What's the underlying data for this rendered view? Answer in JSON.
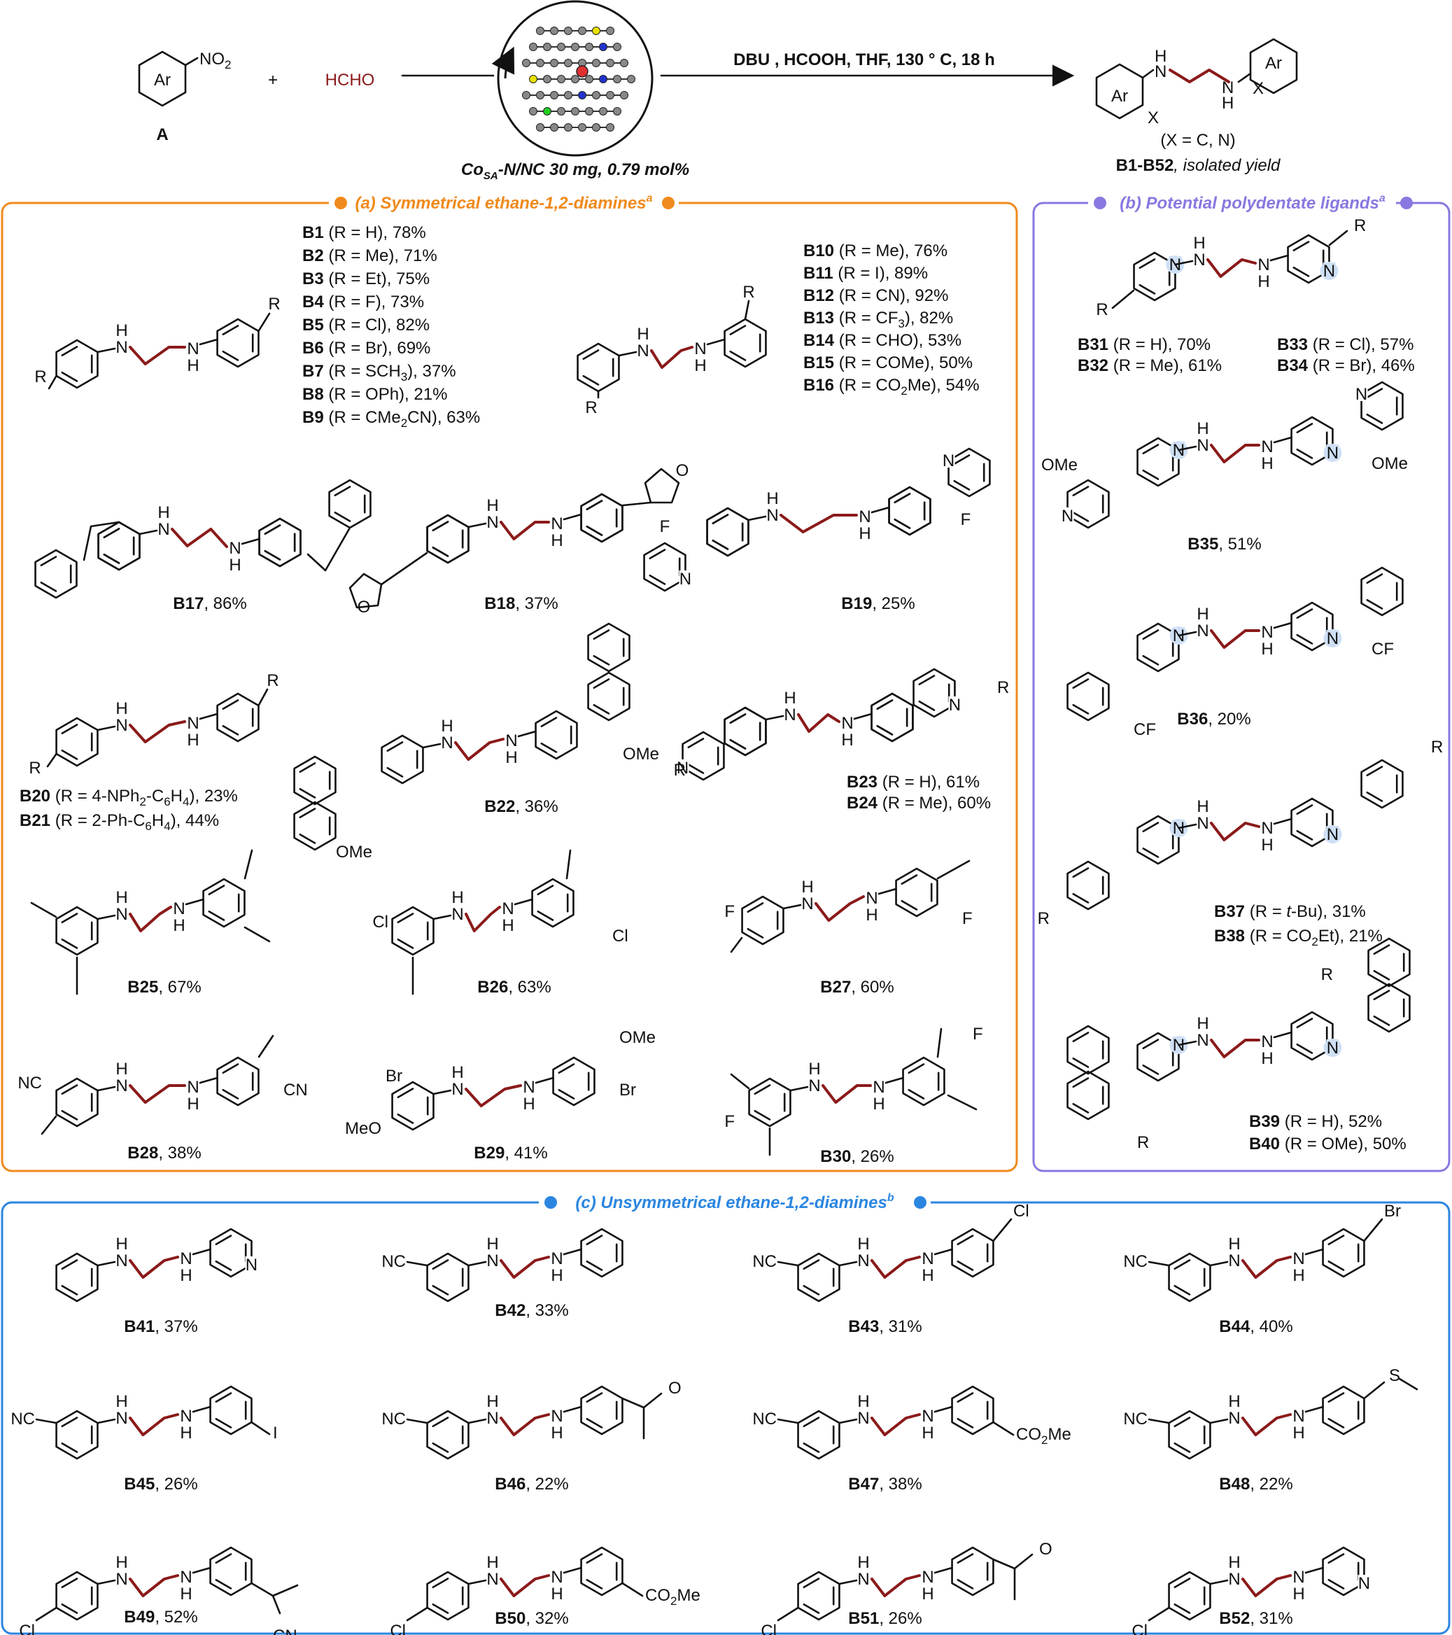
{
  "reaction": {
    "reactant_A_label": "A",
    "ar": "Ar",
    "no2": "NO",
    "no2_sub": "2",
    "plus": "+",
    "hcho": "HCHO",
    "conditions": "DBU , HCOOH, THF, 130 ° C, 18 h",
    "catalyst_prefix": "Co",
    "catalyst_sub": "SA",
    "catalyst_rest": "-N/NC 30 mg, 0.79 mol%",
    "product_h": "H",
    "product_x": "X",
    "product_note": "(X = C, N)",
    "product_range": "B1-B52",
    "product_yield": ", isolated yield"
  },
  "colors": {
    "orange": "#f08a1c",
    "purple": "#8878e0",
    "blue": "#2b86e0",
    "chain": "#8b1a1a",
    "hcho": "#8b1a1a"
  },
  "section_a": {
    "title": "(a) Symmetrical ethane-1,2-diamines",
    "sup": "a",
    "list1": [
      [
        "B1",
        " (R = H), 78%"
      ],
      [
        "B2",
        " (R = Me), 71%"
      ],
      [
        "B3",
        " (R = Et), 75%"
      ],
      [
        "B4",
        " (R = F), 73%"
      ],
      [
        "B5",
        " (R = Cl), 82%"
      ],
      [
        "B6",
        " (R = Br), 69%"
      ],
      [
        "B7",
        " (R = SCH",
        "3",
        "), 37%"
      ],
      [
        "B8",
        " (R = OPh), 21%"
      ],
      [
        "B9",
        " (R = CMe",
        "2",
        "CN), 63%"
      ]
    ],
    "list2": [
      [
        "B10",
        " (R = Me), 76%"
      ],
      [
        "B11",
        " (R = I), 89%"
      ],
      [
        "B12",
        " (R = CN), 92%"
      ],
      [
        "B13",
        " (R = CF",
        "3",
        "), 82%"
      ],
      [
        "B14",
        " (R = CHO), 53%"
      ],
      [
        "B15",
        " (R = COMe), 50%"
      ],
      [
        "B16",
        " (R = CO",
        "2",
        "Me), 54%"
      ]
    ],
    "b17": [
      "B17",
      ", 86%"
    ],
    "b18": [
      "B18",
      ", 37%"
    ],
    "b19": [
      "B19",
      ", 25%"
    ],
    "b20": [
      "B20",
      " (R = 4-NPh",
      "2",
      "-C",
      "6",
      "H",
      "4",
      "), 23%"
    ],
    "b21": [
      "B21",
      " (R = 2-Ph-C",
      "6",
      "H",
      "4",
      "), 44%"
    ],
    "b22": [
      "B22",
      ", 36%"
    ],
    "b23": [
      "B23",
      " (R = H), 61%"
    ],
    "b24": [
      "B24",
      " (R = Me), 60%"
    ],
    "b25": [
      "B25",
      ", 67%"
    ],
    "b26": [
      "B26",
      ", 63%"
    ],
    "b27": [
      "B27",
      ", 60%"
    ],
    "b28": [
      "B28",
      ", 38%"
    ],
    "b29": [
      "B29",
      ", 41%"
    ],
    "b30": [
      "B30",
      ", 26%"
    ]
  },
  "section_b": {
    "title": "(b) Potential polydentate ligands",
    "sup": "a",
    "b31": [
      "B31",
      " (R = H), 70%"
    ],
    "b32": [
      "B32",
      " (R = Me), 61%"
    ],
    "b33": [
      "B33",
      " (R = Cl), 57%"
    ],
    "b34": [
      "B34",
      " (R = Br), 46%"
    ],
    "b35": [
      "B35",
      ", 51%"
    ],
    "b36": [
      "B36",
      ", 20%"
    ],
    "b37": [
      "B37",
      " (R = ",
      "t",
      "-Bu), 31%"
    ],
    "b38": [
      "B38",
      " (R = CO",
      "2",
      "Et), 21%"
    ],
    "b39": [
      "B39",
      " (R = H), 52%"
    ],
    "b40": [
      "B40",
      " (R = OMe), 50%"
    ]
  },
  "section_c": {
    "title": "(c) Unsymmetrical ethane-1,2-diamines",
    "sup": "b",
    "items": [
      [
        "B41",
        ", 37%"
      ],
      [
        "B42",
        ", 33%"
      ],
      [
        "B43",
        ", 31%"
      ],
      [
        "B44",
        ", 40%"
      ],
      [
        "B45",
        ", 26%"
      ],
      [
        "B46",
        ", 22%"
      ],
      [
        "B47",
        ", 38%"
      ],
      [
        "B48",
        ", 22%"
      ],
      [
        "B49",
        ", 52%"
      ],
      [
        "B50",
        ", 32%"
      ],
      [
        "B51",
        ", 26%"
      ],
      [
        "B52",
        ", 31%"
      ]
    ]
  },
  "atoms": {
    "H": "H",
    "R": "R",
    "N": "N",
    "O": "O",
    "F": "F",
    "Cl": "Cl",
    "Br": "Br",
    "I": "I",
    "OMe": "OMe",
    "MeO": "MeO",
    "CN": "CN",
    "NC": "NC",
    "CF3": "CF",
    "sub3": "3",
    "CO2Me": "CO",
    "sub2": "2",
    "Me": "Me",
    "S": "S"
  }
}
